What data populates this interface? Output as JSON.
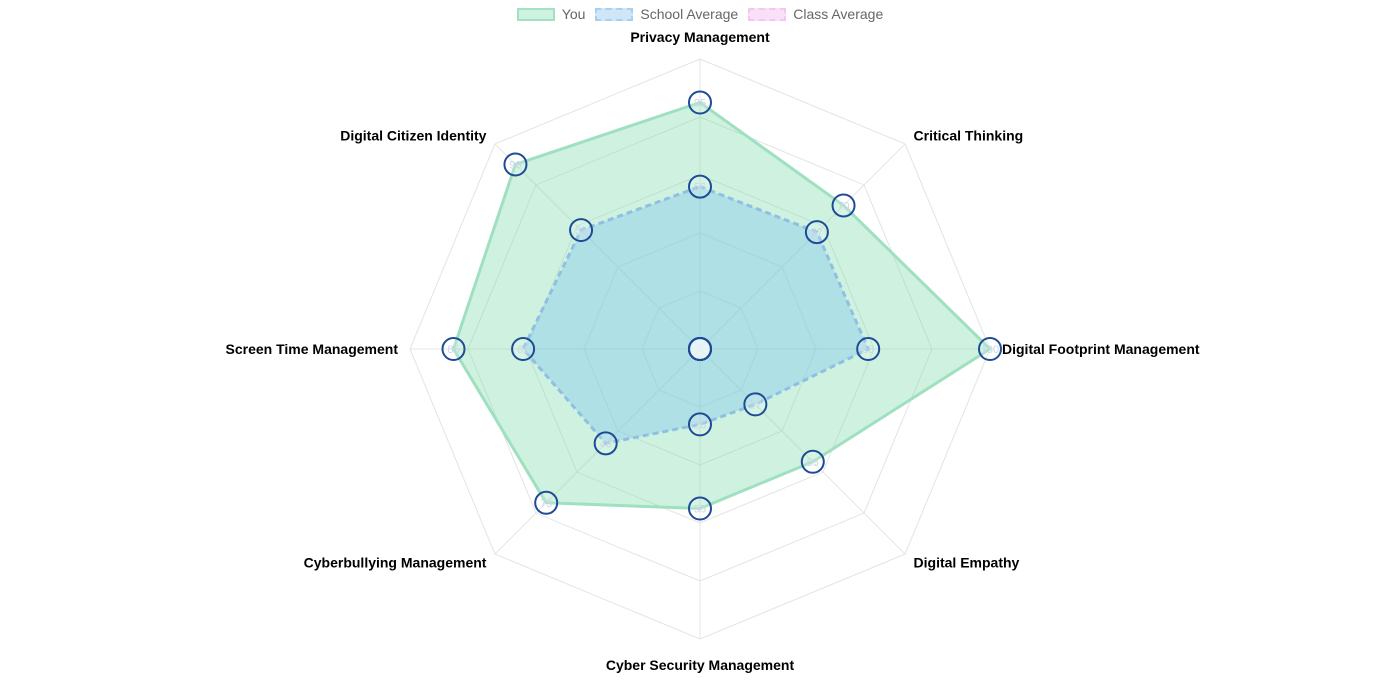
{
  "legend": [
    {
      "label": "You",
      "fill": "#cdf3e0",
      "stroke": "#a3e1c3",
      "dashed": false
    },
    {
      "label": "School Average",
      "fill": "#cfe6f8",
      "stroke": "#a8cff0",
      "dashed": true
    },
    {
      "label": "Class Average",
      "fill": "#f9e0f7",
      "stroke": "#f3c5ef",
      "dashed": true
    }
  ],
  "chart_data": {
    "type": "radar",
    "categories": [
      "Privacy Management",
      "Critical Thinking",
      "Digital Footprint Management",
      "Digital Empathy",
      "Cyber Security Management",
      "Cyberbullying Management",
      "Screen Time Management",
      "Digital Citizen Identity"
    ],
    "series": [
      {
        "name": "You",
        "values": [
          85,
          70,
          100,
          55,
          55,
          75,
          85,
          90
        ]
      },
      {
        "name": "School Average",
        "values": [
          56,
          57,
          58,
          27,
          26,
          46,
          61,
          58
        ]
      },
      {
        "name": "Class Average",
        "values": [
          0,
          0,
          0,
          0,
          0,
          0,
          0,
          0
        ]
      }
    ],
    "rlim": [
      0,
      100
    ],
    "grid": true,
    "legend_position": "top-center",
    "colors": {
      "you_fill": "#7fdcab",
      "you_stroke": "#9fe0c1",
      "school_fill": "#7ec3ef",
      "school_stroke": "#8fbfe2",
      "class_fill": "#f2a9ec",
      "point_border": "#1f4a96",
      "grid": "#e4e4e4"
    }
  }
}
